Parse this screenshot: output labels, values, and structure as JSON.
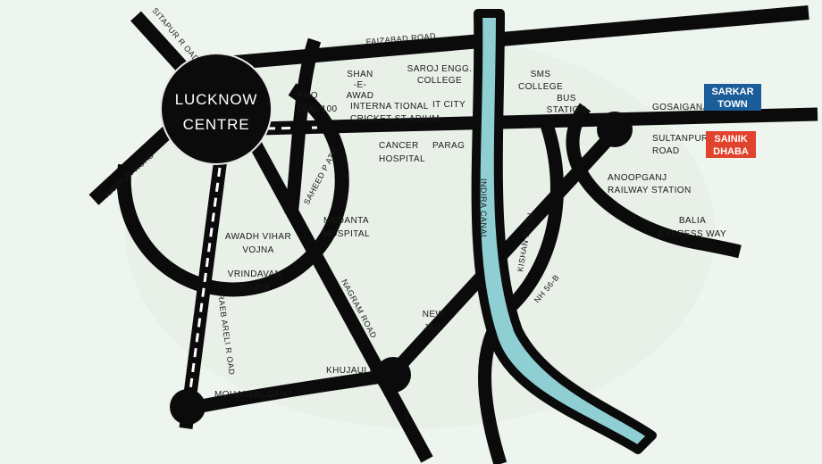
{
  "centre": {
    "line1": "LUCKNOW",
    "line2": "CENTRE"
  },
  "roads": {
    "sitapur": "SITAPUR R OAD",
    "faizabad": "FAIZABAD ROAD",
    "kanpur": "KANPUR ROAD",
    "saheed_path": "SAHEED P ATH",
    "raebareli": "RAEB ARELI R OAD",
    "nagram": "NAGRAM ROAD",
    "indira_canal": "INDIRA CANAL",
    "kishan_path": "KISHAN PA TH",
    "nh56b": "NH 56-B"
  },
  "places": {
    "phq": [
      "PHQ",
      "DIAL 100"
    ],
    "shan_e_awad": [
      "SHAN",
      "-E-",
      "AWAD"
    ],
    "saroj": [
      "SAROJ ENGG.",
      "COLLEGE"
    ],
    "stadium": [
      "INTERNA TIONAL",
      "CRICKET ST ADIUM"
    ],
    "it_city": [
      "IT CITY"
    ],
    "sms_college": [
      "SMS",
      "COLLEGE"
    ],
    "bus_station": [
      "BUS",
      "STATION"
    ],
    "gosaiganj": [
      "GOSAIGANJ"
    ],
    "sultanpur": [
      "SULTANPUR",
      "ROAD"
    ],
    "cancer_hospital": [
      "CANCER",
      "HOSPITAL"
    ],
    "parag": [
      "PARAG"
    ],
    "anoopganj": [
      "ANOOPGANJ",
      "RAILWAY STATION"
    ],
    "balia": [
      "BALIA",
      "EXPRESS WAY"
    ],
    "medanta": [
      "MEDANTA",
      "HOSPITAL"
    ],
    "awadh_vihar": [
      "AWADH VIHAR",
      "VOJNA"
    ],
    "vrindavan": [
      "VRINDAVAN",
      "YOJNA"
    ],
    "new_jail": [
      "NEW",
      "JAIL"
    ],
    "khujauli": [
      "KHUJAULI"
    ],
    "mohanlalganj": [
      "MOHANLALGANJ"
    ]
  },
  "badges": {
    "sarkar": {
      "lines": [
        "SARKAR",
        "TOWN"
      ],
      "color": "#1b5d9a"
    },
    "sainik": {
      "lines": [
        "SAINIK",
        "DHABA"
      ],
      "color": "#e2432c"
    }
  },
  "colors": {
    "road": "#0b0b0b",
    "canal": "#8fcfd4",
    "background": "#eef4ee",
    "centre_ring": "#e8e8e8"
  }
}
